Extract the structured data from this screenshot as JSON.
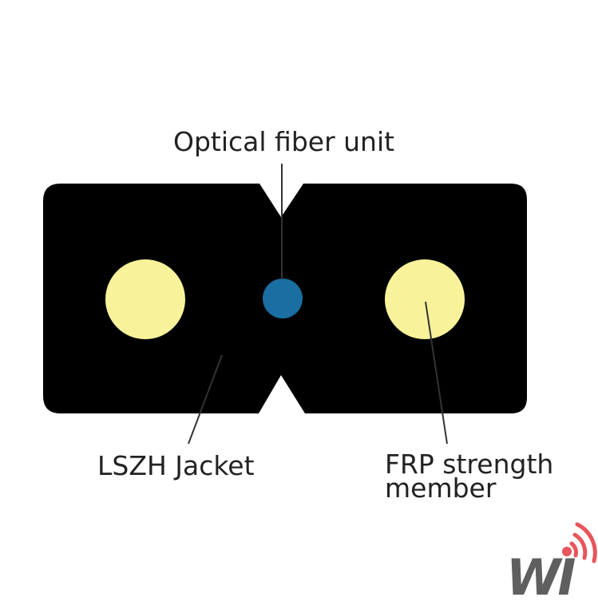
{
  "labels": {
    "fiber_unit": "Optical fiber unit",
    "jacket": "LSZH Jacket",
    "frp_line1": "FRP strength",
    "frp_line2": "member"
  },
  "logo": {
    "text": "WI",
    "icon": "wifi-signal-icon"
  },
  "colors": {
    "jacket": "#000000",
    "strength_member": "#f8f39a",
    "fiber": "#1a6ea1",
    "leader_line": "#333333",
    "logo_text": "#5f5f5f",
    "logo_accent": "#e8555a"
  }
}
